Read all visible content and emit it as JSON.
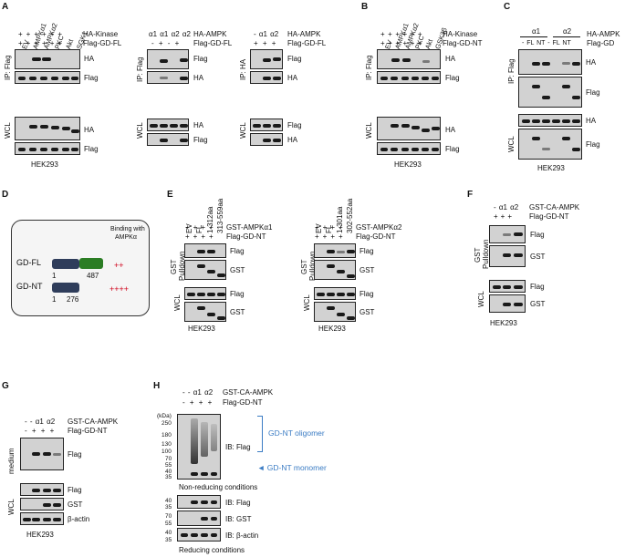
{
  "panels": [
    "A",
    "B",
    "C",
    "D",
    "E",
    "F",
    "G",
    "H"
  ],
  "common": {
    "ip_flag": "IP: Flag",
    "ip_ha": "IP: HA",
    "wcl": "WCL",
    "ha": "HA",
    "flag": "Flag",
    "gst": "GST",
    "beta_actin": "β-actin",
    "hek293": "HEK293",
    "gst_pulldown_1": "GST",
    "gst_pulldown_2": "Pulldown",
    "medium": "medium",
    "plus": "+",
    "minus": "-"
  },
  "a1": {
    "lanes": [
      "EV",
      "AMPKα1",
      "AMPKα2",
      "PKC",
      "Akt",
      "SGK1"
    ],
    "row1": "HA-Kinase",
    "row2": "Flag-GD-FL"
  },
  "a2": {
    "lanes": "α1 α1 α2 α2",
    "row1": "HA-AMPK",
    "row2": "Flag-GD-FL",
    "signs": "-  +  -  +"
  },
  "a3": {
    "lanes": "-  α1 α2",
    "row1": "HA-AMPK",
    "row2": "Flag-GD-FL",
    "signs": "+  +  +"
  },
  "b": {
    "lanes": [
      "EV",
      "AMPKα1",
      "AMPKα2",
      "PKC",
      "Akt",
      "GSK3β"
    ],
    "row1": "HA-Kinase",
    "row2": "Flag-GD-NT"
  },
  "c": {
    "group1": "α1",
    "group2": "α2",
    "row1": "HA-AMPK",
    "row2_lanes": "-  FL NT  -  FL NT",
    "row2": "Flag-GD"
  },
  "d": {
    "binding_title_1": "Binding with",
    "binding_title_2": "AMPKα",
    "constructs": [
      {
        "name": "GD-FL",
        "start": "1",
        "end": "487",
        "binding": "++"
      },
      {
        "name": "GD-NT",
        "start": "1",
        "end": "276",
        "binding": "++++"
      }
    ]
  },
  "e1": {
    "lanes": [
      "EV",
      "FL",
      "1-312aa",
      "313-559aa"
    ],
    "row1": "GST-AMPKα1",
    "row2": "Flag-GD-NT"
  },
  "e2": {
    "lanes": [
      "EV",
      "FL",
      "1-301aa",
      "302-552aa"
    ],
    "row1": "GST-AMPKα2",
    "row2": "Flag-GD-NT"
  },
  "f": {
    "row1_lanes": "-  α1 α2",
    "row1": "GST-CA-AMPK",
    "row2": "Flag-GD-NT"
  },
  "g": {
    "row1_lanes": "-  -  α1 α2",
    "row1": "GST-CA-AMPK",
    "row2_signs": "-  +  +  +",
    "row2": "Flag-GD-NT"
  },
  "h": {
    "row1_lanes": "-  -  α1 α2",
    "row1": "GST-CA-AMPK",
    "row2_signs": "-  +  +  +",
    "row2": "Flag-GD-NT",
    "kda": "(kDa)",
    "markers_top": [
      "250",
      "180",
      "130",
      "100",
      "70",
      "55",
      "40",
      "35"
    ],
    "markers_bottom_flag": [
      "40",
      "35"
    ],
    "markers_bottom_gst": [
      "70",
      "55"
    ],
    "markers_bottom_actin": [
      "40",
      "35"
    ],
    "ib_flag": "IB: Flag",
    "ib_gst": "IB: GST",
    "ib_actin": "IB: β-actin",
    "oligomer": "GD-NT oligomer",
    "monomer": "◄ GD-NT monomer",
    "non_reducing": "Non-reducing conditions",
    "reducing": "Reducing conditions"
  }
}
